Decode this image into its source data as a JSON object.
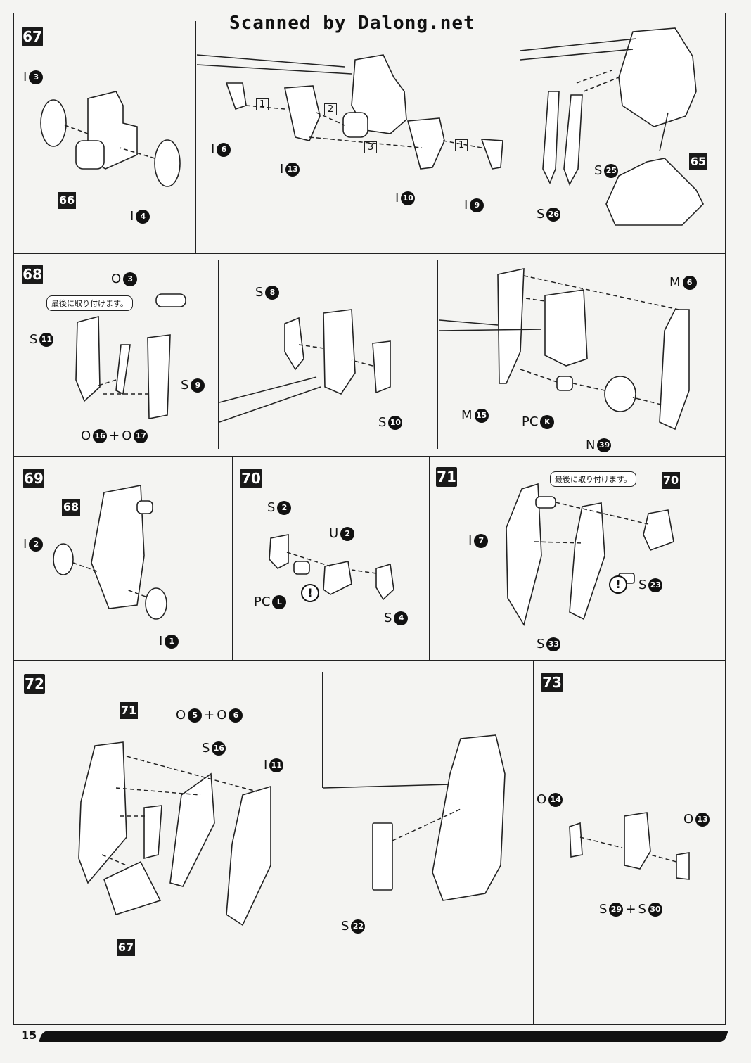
{
  "watermark": "Scanned by Dalong.net",
  "page_number": "15",
  "notes": {
    "attach_last": "最後に取り付けます。"
  },
  "steps": {
    "s67": {
      "num": "67",
      "labels": {
        "i3_l": "I",
        "i3_n": "3",
        "i4_l": "I",
        "i4_n": "4",
        "i6_l": "I",
        "i6_n": "6",
        "i13_l": "I",
        "i13_n": "13",
        "i10_l": "I",
        "i10_n": "10",
        "i9_l": "I",
        "i9_n": "9",
        "s25_l": "S",
        "s25_n": "25",
        "s26_l": "S",
        "s26_n": "26"
      },
      "ref66": "66",
      "ref65": "65",
      "order": [
        "1",
        "2",
        "3",
        "1"
      ]
    },
    "s68": {
      "num": "68",
      "labels": {
        "o3_l": "O",
        "o3_n": "3",
        "s11_l": "S",
        "s11_n": "11",
        "s9_l": "S",
        "s9_n": "9",
        "o16_l": "O",
        "o16_n": "16",
        "plus": "+",
        "o17_l": "O",
        "o17_n": "17",
        "s8_l": "S",
        "s8_n": "8",
        "s10_l": "S",
        "s10_n": "10",
        "m6_l": "M",
        "m6_n": "6",
        "m15_l": "M",
        "m15_n": "15",
        "pck_l": "PC",
        "pck_n": "K",
        "n39_l": "N",
        "n39_n": "39"
      }
    },
    "s69": {
      "num": "69",
      "ref68": "68",
      "labels": {
        "i2_l": "I",
        "i2_n": "2",
        "i1_l": "I",
        "i1_n": "1"
      }
    },
    "s70": {
      "num": "70",
      "labels": {
        "s2_l": "S",
        "s2_n": "2",
        "u2_l": "U",
        "u2_n": "2",
        "pcl_l": "PC",
        "pcl_n": "L",
        "s4_l": "S",
        "s4_n": "4"
      }
    },
    "s71": {
      "num": "71",
      "ref70": "70",
      "labels": {
        "i7_l": "I",
        "i7_n": "7",
        "s23_l": "S",
        "s23_n": "23",
        "s33_l": "S",
        "s33_n": "33"
      }
    },
    "s72": {
      "num": "72",
      "ref71": "71",
      "ref67": "67",
      "labels": {
        "o5_l": "O",
        "o5_n": "5",
        "plus": "+",
        "o6_l": "O",
        "o6_n": "6",
        "s16_l": "S",
        "s16_n": "16",
        "i11_l": "I",
        "i11_n": "11",
        "s22_l": "S",
        "s22_n": "22"
      }
    },
    "s73": {
      "num": "73",
      "labels": {
        "o14_l": "O",
        "o14_n": "14",
        "o13_l": "O",
        "o13_n": "13",
        "s29_l": "S",
        "s29_n": "29",
        "plus": "+",
        "s30_l": "S",
        "s30_n": "30"
      }
    }
  },
  "caution_mark": "!"
}
